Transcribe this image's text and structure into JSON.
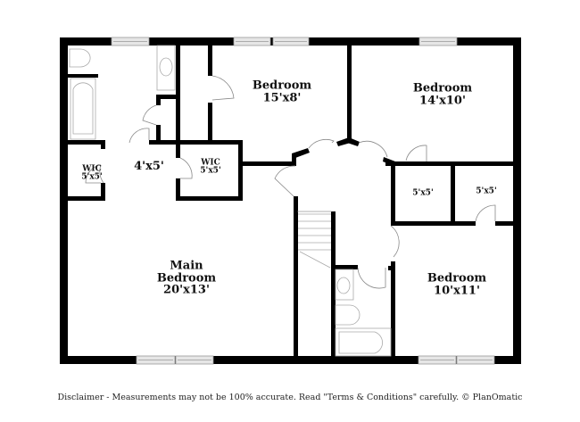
{
  "rooms": {
    "bedroom_top_left": {
      "name": "Bedroom",
      "size": "15'x8'"
    },
    "bedroom_top_right": {
      "name": "Bedroom",
      "size": "14'x10'"
    },
    "bedroom_bottom_right": {
      "name": "Bedroom",
      "size": "10'x11'"
    },
    "main_bedroom": {
      "name_line1": "Main",
      "name_line2": "Bedroom",
      "size": "20'x13'"
    },
    "wic_left": {
      "name": "WIC",
      "size": "5'x5'"
    },
    "wic_right": {
      "name": "WIC",
      "size": "5'x5'"
    },
    "hall_small": {
      "size": "4'x5'"
    },
    "closet_a": {
      "size": "5'x5'"
    },
    "closet_b": {
      "size": "5'x5'"
    }
  },
  "footer": {
    "disclaimer": "Disclaimer - Measurements may not be 100% accurate. Read \"Terms & Conditions\" carefully. © PlanOmatic"
  },
  "colors": {
    "wall": "#000000",
    "fixture": "#aaaaaa",
    "window": "#dddddd",
    "background": "#ffffff"
  }
}
